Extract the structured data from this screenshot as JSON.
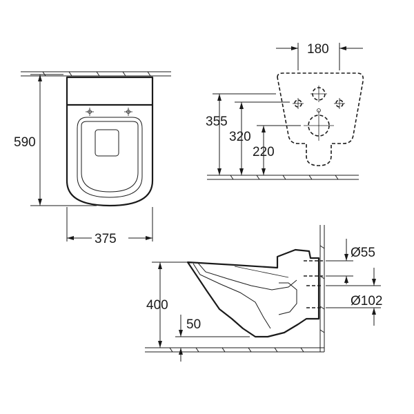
{
  "dimensions": {
    "top_view_depth": "590",
    "top_view_width": "375",
    "fixing_spacing": "180",
    "fixing_height": "355",
    "waste_height": "320",
    "lower_height": "220",
    "rim_height": "400",
    "water_level": "50",
    "inlet_diameter": "Ø55",
    "outlet_diameter": "Ø102"
  }
}
